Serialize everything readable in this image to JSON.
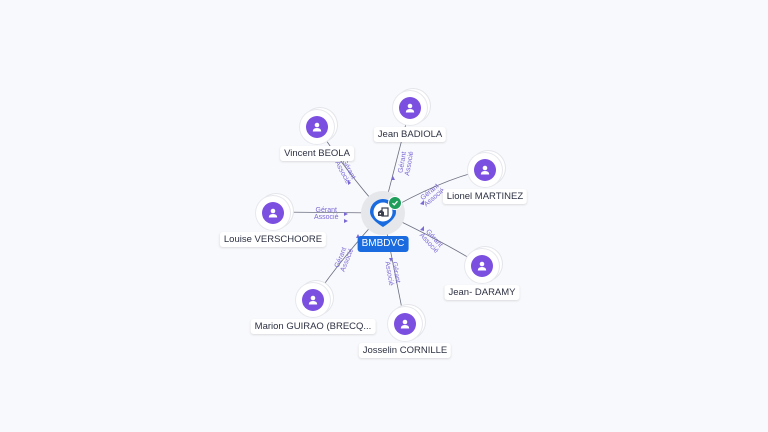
{
  "graph": {
    "center": {
      "label": "BMBDVC",
      "icon": "company-building-icon",
      "status_icon": "verified-check-icon",
      "pin_color": "#1a6be0",
      "status_color": "#1e9e5a"
    },
    "edge_label": {
      "line1": "Gérant",
      "line2": "Associé"
    },
    "people": [
      {
        "name": "Jean BADIOLA",
        "icon": "person-icon"
      },
      {
        "name": "Vincent BEOLA",
        "icon": "person-icon"
      },
      {
        "name": "Lionel MARTINEZ",
        "icon": "person-icon"
      },
      {
        "name": "Louise VERSCHOORE",
        "icon": "person-icon"
      },
      {
        "name": "Jean- DARAMY",
        "icon": "person-icon"
      },
      {
        "name": "Marion GUIRAO (BRECQ...",
        "icon": "person-icon"
      },
      {
        "name": "Josselin CORNILLE",
        "icon": "person-icon"
      }
    ],
    "colors": {
      "background": "#f8f9fc",
      "person_avatar": "#7b4fe0",
      "edge_text": "#7b69d6",
      "edge_line": "#6b6f80"
    }
  }
}
